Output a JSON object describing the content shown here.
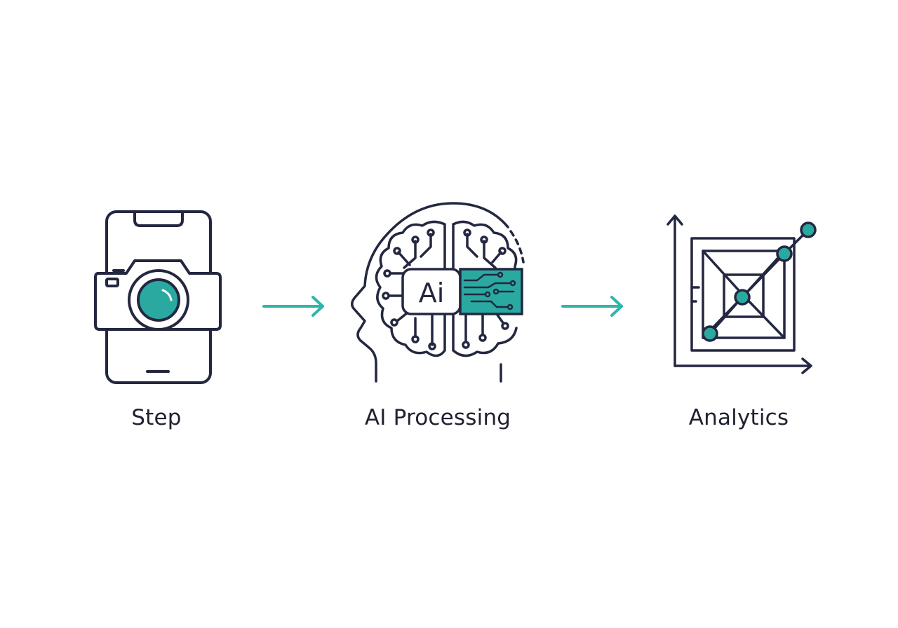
{
  "colors": {
    "ink": "#232740",
    "accent": "#2fb5ad",
    "accent_fill": "#2aa9a1",
    "label": "#1f2130",
    "background": "#ffffff"
  },
  "steps": [
    {
      "label": "Step",
      "icon": "camera-phone-icon"
    },
    {
      "label": "AI Processing",
      "icon": "ai-brain-head-icon",
      "badge_text": "Ai"
    },
    {
      "label": "Analytics",
      "icon": "analytics-chart-icon"
    }
  ],
  "connectors": [
    {
      "icon": "arrow-right-icon"
    },
    {
      "icon": "arrow-right-icon"
    }
  ]
}
